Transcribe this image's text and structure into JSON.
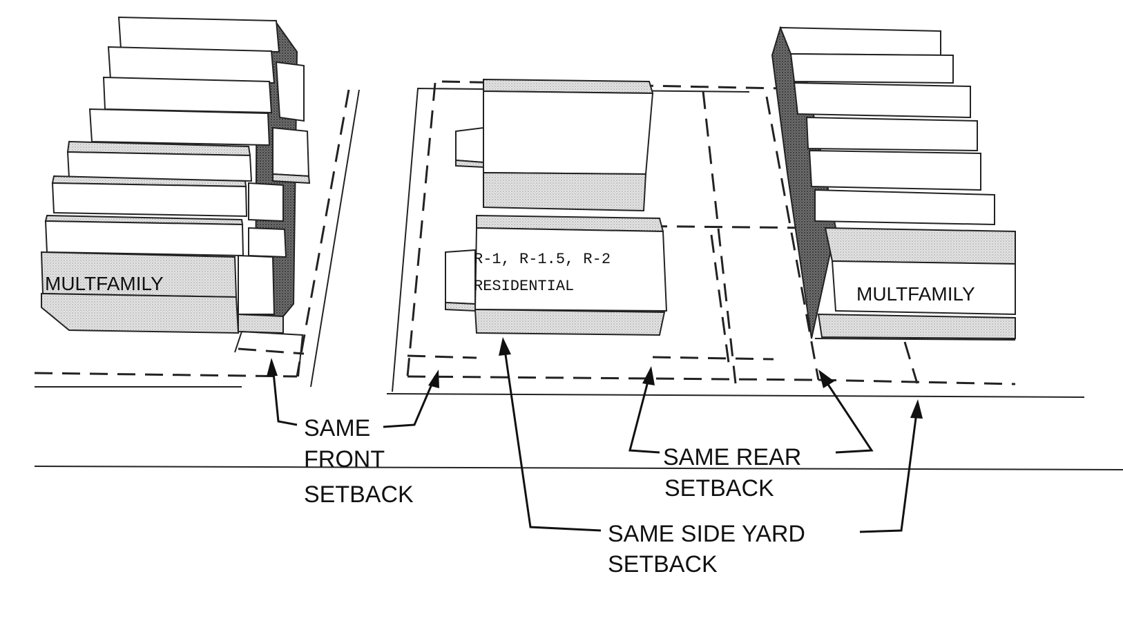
{
  "diagram": {
    "left_zone_label": "MULTFAMILY",
    "right_zone_label": "MULTFAMILY",
    "center_zone_label_line1": "R-1, R-1.5, R-2",
    "center_zone_label_line2": "RESIDENTIAL",
    "front_setback_lines": [
      "SAME",
      "FRONT",
      "SETBACK"
    ],
    "rear_setback_lines": [
      "SAME REAR",
      "SETBACK"
    ],
    "side_setback_lines": [
      "SAME SIDE YARD",
      "SETBACK"
    ]
  }
}
